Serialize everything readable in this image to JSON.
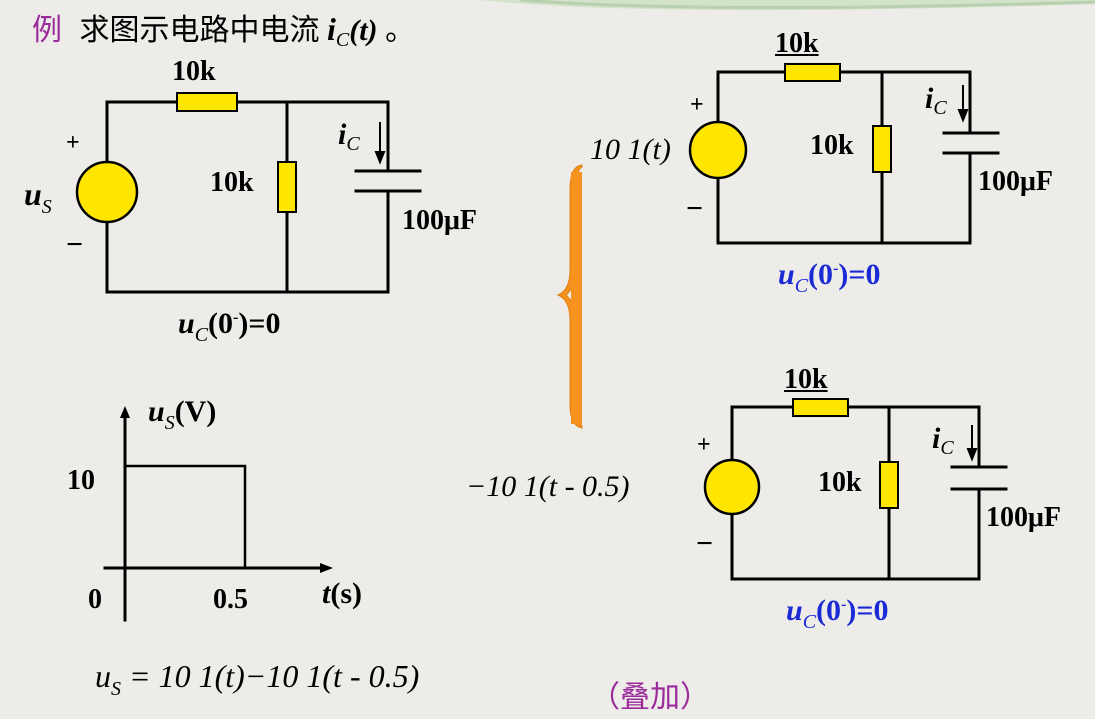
{
  "title": {
    "prefix": "例",
    "text": "求图示电路中电流",
    "var": "i",
    "sub": "C",
    "arg": "(t)",
    "end": "。"
  },
  "circuit_main": {
    "r_series": "10k",
    "r_shunt": "10k",
    "cap": "100μF",
    "src_var": "u",
    "src_sub": "S",
    "plus": "+",
    "minus": "−",
    "ic": "i",
    "ic_sub": "C",
    "init_var": "u",
    "init_sub": "C",
    "init_expr": "(0",
    "init_sup": "-",
    "init_end": ")=0"
  },
  "circuit_top": {
    "source_label": "10 1(t)",
    "r_series": "10k",
    "r_shunt": "10k",
    "cap": "100μF",
    "plus": "+",
    "minus": "−",
    "ic": "i",
    "ic_sub": "C",
    "init_var": "u",
    "init_sub": "C",
    "init_expr": "(0",
    "init_sup": "-",
    "init_end": ")=0"
  },
  "circuit_bottom": {
    "source_label": "−10 1(t - 0.5)",
    "r_series": "10k",
    "r_shunt": "10k",
    "cap": "100μF",
    "plus": "+",
    "minus": "−",
    "ic": "i",
    "ic_sub": "C",
    "init_var": "u",
    "init_sub": "C",
    "init_expr": "(0",
    "init_sup": "-",
    "init_end": ")=0"
  },
  "pulse_graph": {
    "y_var": "u",
    "y_sub": "S",
    "y_unit": "(V)",
    "y_tick": "10",
    "x_origin": "0",
    "x_tick": "0.5",
    "x_var": "t",
    "x_unit": "(s)",
    "level": 10,
    "width": 0.5
  },
  "equation": {
    "lhs": "u",
    "lhs_sub": "S",
    "rhs": " = 10 1(t)−10 1(t - 0.5)"
  },
  "note": "（叠加）",
  "colors": {
    "source_fill": "#ffe600",
    "resistor_fill": "#ffe600",
    "brace": "#f5931e",
    "blue_text": "#1a2bd6",
    "purple_text": "#9b2a9b"
  }
}
